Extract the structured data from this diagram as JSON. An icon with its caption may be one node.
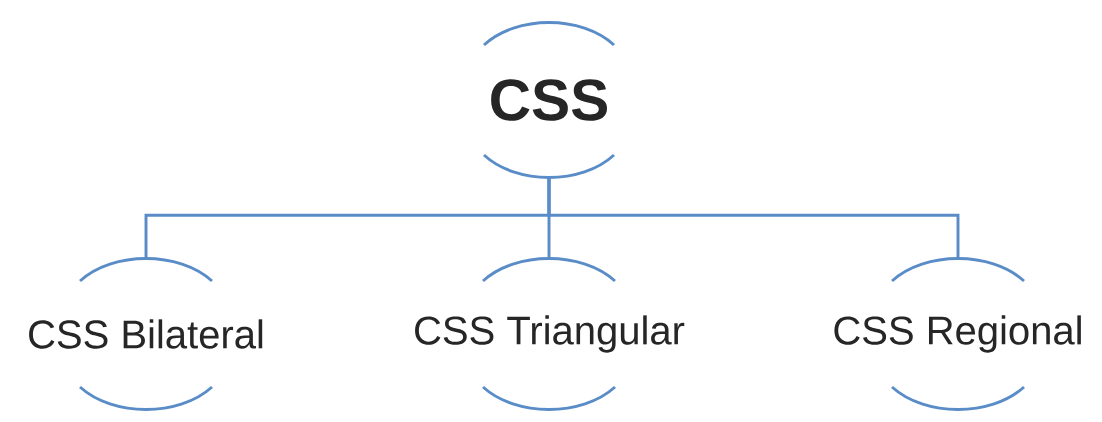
{
  "diagram": {
    "nodes": [
      {
        "text": [
          "CSS"
        ]
      },
      {
        "text": [
          "CSS Bilateral"
        ]
      },
      {
        "text": [
          "CSS Triangular"
        ]
      },
      {
        "text": [
          "CSS Regional"
        ]
      }
    ],
    "edges": [
      {
        "from": 0,
        "to": 1,
        "arrow": "none"
      },
      {
        "from": 0,
        "to": 2,
        "arrow": "none"
      },
      {
        "from": 0,
        "to": 3,
        "arrow": "none"
      }
    ]
  }
}
